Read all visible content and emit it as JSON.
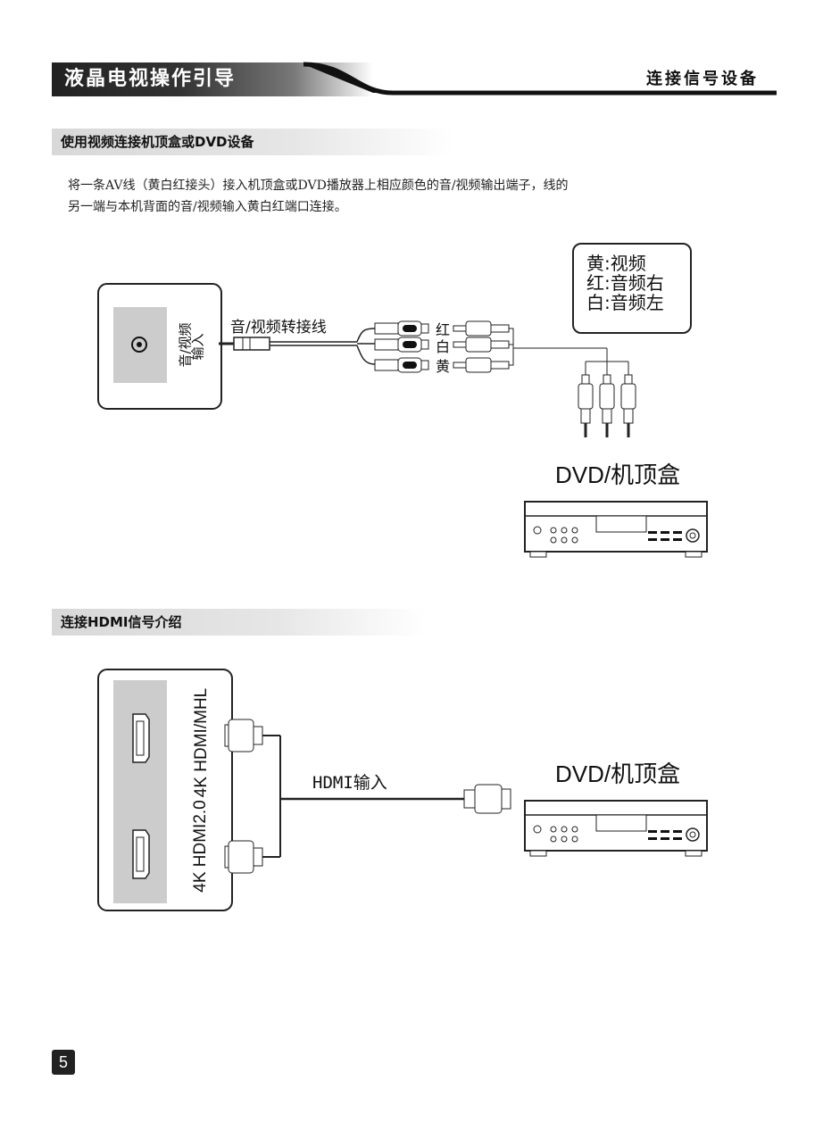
{
  "header": {
    "title": "液晶电视操作引导",
    "section": "连接信号设备"
  },
  "section1": {
    "title": "使用视频连接机顶盒或DVD设备",
    "para_line1": "将一条AV线（黄白红接头）接入机顶盒或DVD播放器上相应颜色的音/视频输出端子，线的",
    "para_line2": "另一端与本机背面的音/视频输入黄白红端口连接。",
    "port_label_1": "音/视频",
    "port_label_2": "输入",
    "cable_label": "音/视频转接线",
    "plug_red": "红",
    "plug_white": "白",
    "plug_yellow": "黄",
    "legend": [
      "黄:视频",
      "红:音频右",
      "白:音频左"
    ],
    "device_label": "DVD/机顶盒"
  },
  "section2": {
    "title": "连接HDMI信号介绍",
    "port_top_label": "4K HDMI/MHL",
    "port_bottom_label": "4K HDMI2.0",
    "cable_label": "HDMI输入",
    "device_label": "DVD/机顶盒"
  },
  "page_number": "5"
}
